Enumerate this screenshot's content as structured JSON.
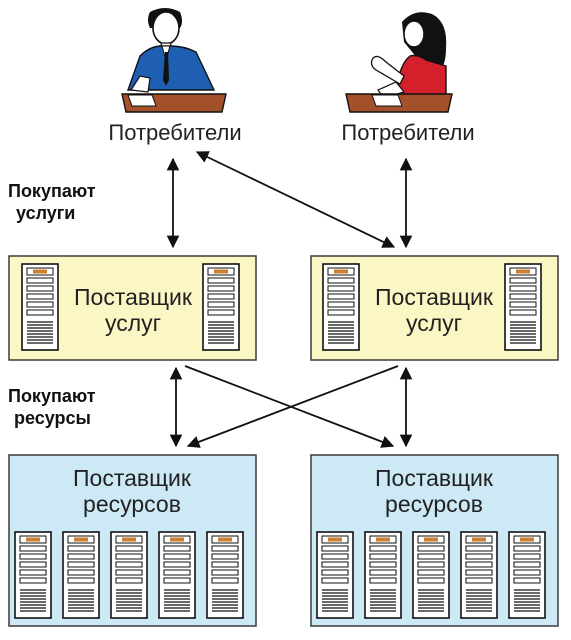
{
  "consumers": [
    {
      "label": "Потребители",
      "icon": "businessman-at-desk-icon"
    },
    {
      "label": "Потребители",
      "icon": "businesswoman-at-desk-icon"
    }
  ],
  "service_providers": [
    {
      "line1": "Поставщик",
      "line2": "услуг",
      "icon": "server-icon"
    },
    {
      "line1": "Поставщик",
      "line2": "услуг",
      "icon": "server-icon"
    }
  ],
  "resource_providers": [
    {
      "line1": "Поставщик",
      "line2": "ресурсов",
      "icon": "server-icon"
    },
    {
      "line1": "Поставщик",
      "line2": "ресурсов",
      "icon": "server-icon"
    }
  ],
  "side_labels": {
    "buy_services_1": "Покупают",
    "buy_services_2": "услуги",
    "buy_resources_1": "Покупают",
    "buy_resources_2": "ресурсы"
  },
  "colors": {
    "service_box_fill": "#fbf7c4",
    "resource_box_fill": "#cde9f6",
    "box_border": "#3a3a3a",
    "man_suit": "#1f5fb2",
    "woman_top": "#d4202a",
    "desk": "#a2512a",
    "arrow": "#111111"
  }
}
